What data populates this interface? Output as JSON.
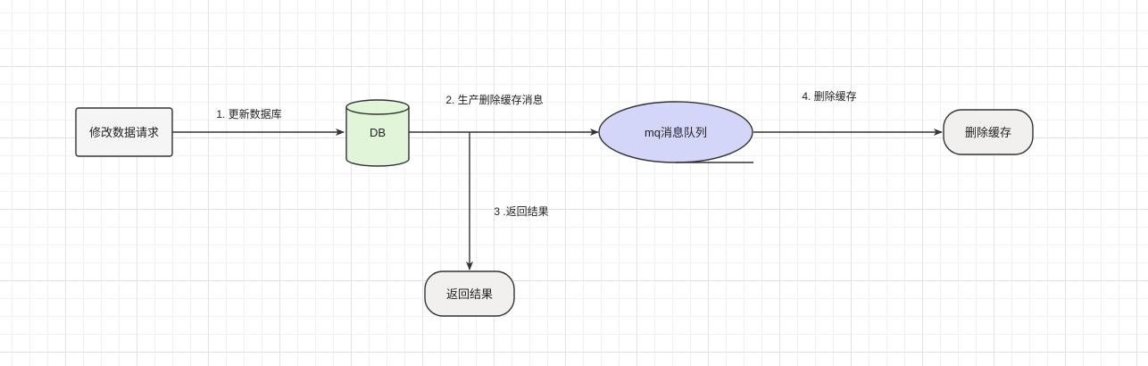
{
  "colors": {
    "stroke": "#333333",
    "node_fill": "#f5f5f5",
    "terminal_fill": "#f2f0ee",
    "db_fill": "#e1f5d9",
    "queue_fill": "#d4d6f9"
  },
  "nodes": {
    "modify_request": "修改数据请求",
    "db": "DB",
    "mq": "mq消息队列",
    "delete_cache": "删除缓存",
    "return_result": "返回结果"
  },
  "edges": {
    "update_db": "1. 更新数据库",
    "produce_message": "2. 生产删除缓存消息",
    "return_result": "3 .返回结果",
    "delete_cache": "4. 删除缓存"
  }
}
